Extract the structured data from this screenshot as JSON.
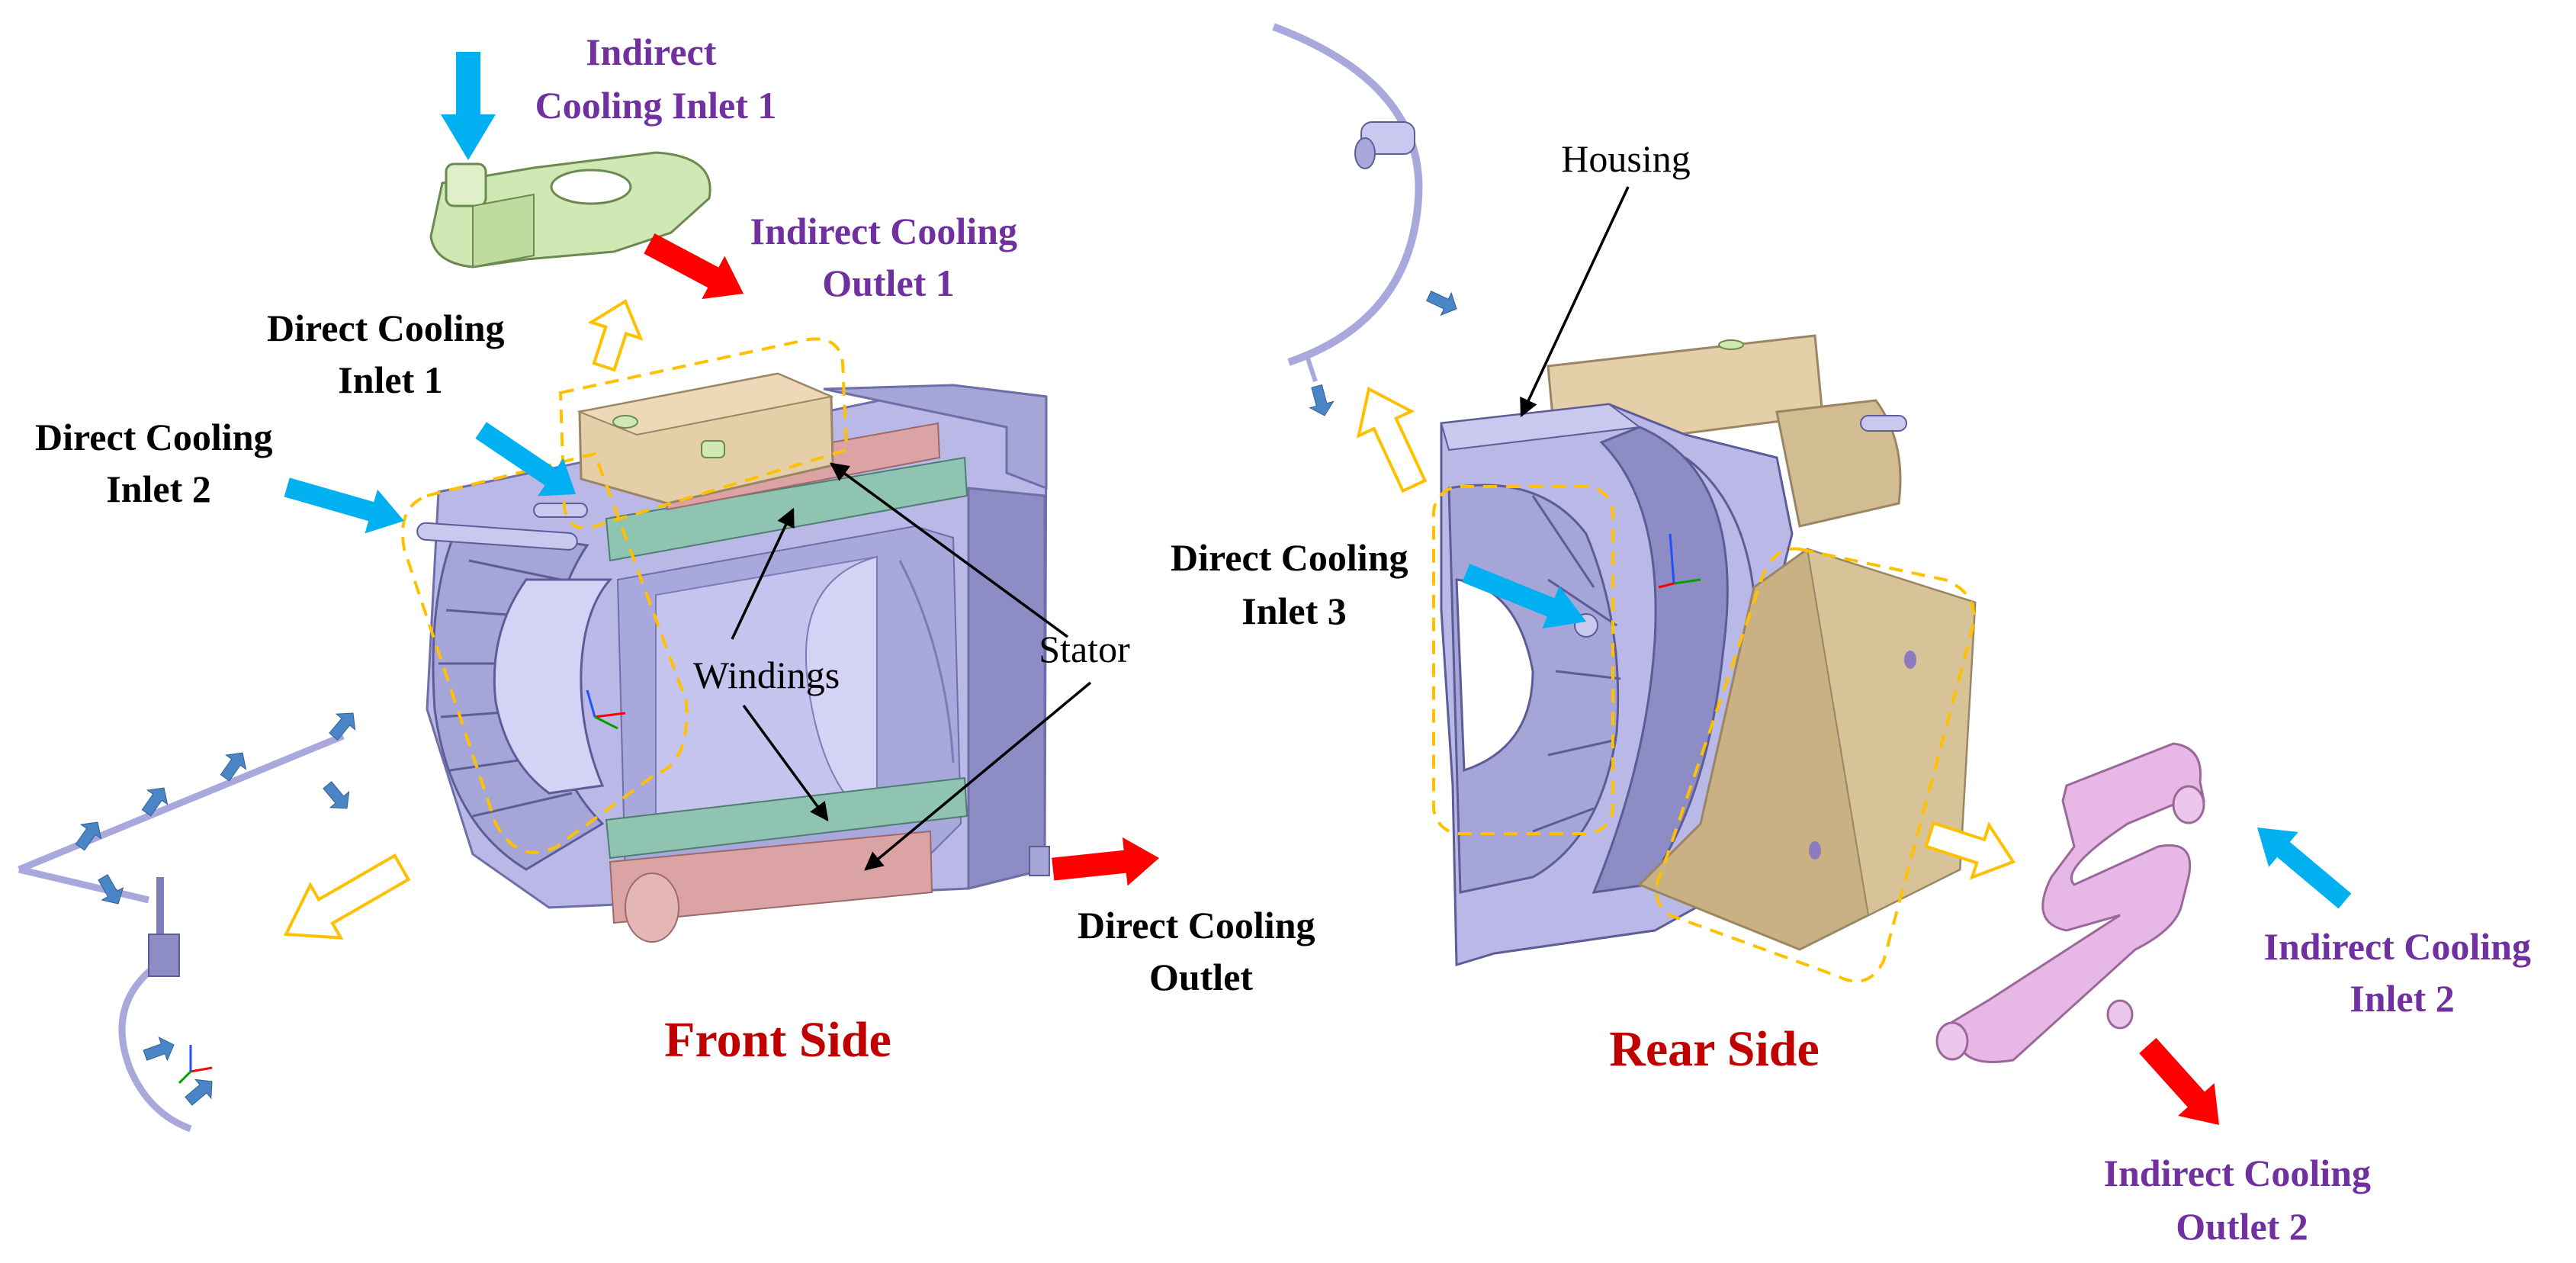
{
  "labels": {
    "indirect_inlet_1": [
      "Indirect",
      "Cooling Inlet 1"
    ],
    "indirect_outlet_1": [
      "Indirect Cooling",
      "Outlet 1"
    ],
    "direct_inlet_1": [
      "Direct Cooling",
      "Inlet 1"
    ],
    "direct_inlet_2": [
      "Direct Cooling",
      "Inlet 2"
    ],
    "windings": "Windings",
    "stator": "Stator",
    "direct_outlet": [
      "Direct Cooling",
      "Outlet"
    ],
    "front_side": "Front Side",
    "housing": "Housing",
    "direct_inlet_3": [
      "Direct Cooling",
      "Inlet 3"
    ],
    "rear_side": "Rear Side",
    "indirect_inlet_2": [
      "Indirect Cooling",
      "Inlet 2"
    ],
    "indirect_outlet_2": [
      "Indirect Cooling",
      "Outlet 2"
    ]
  },
  "colors": {
    "inlet_arrow": "#00b0f0",
    "outlet_arrow": "#ff0000",
    "flow_arrow_small": "#4a86c5",
    "highlight_box": "#ffc000",
    "housing": "#b9b8e6",
    "housing_dark": "#8d8cc4",
    "jacket": "#e5cfa8",
    "winding": "#dba3a3",
    "stator": "#8fc4b3",
    "cooling_part_1": "#cfe8b4",
    "cooling_part_2": "#e7b8e6",
    "label_purple": "#7030a0",
    "label_red": "#c00000"
  },
  "icons": [
    "inlet-arrow-icon",
    "outlet-arrow-icon",
    "flow-direction-arrow-icon",
    "axis-triad-icon"
  ]
}
